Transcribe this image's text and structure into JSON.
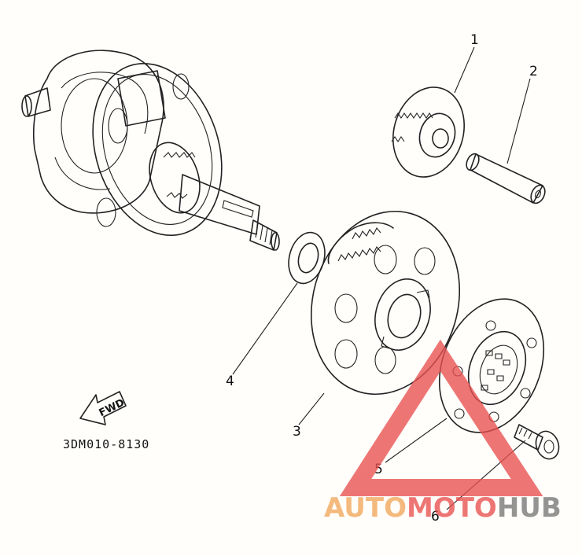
{
  "callouts": [
    {
      "id": "part-1",
      "label": "1"
    },
    {
      "id": "part-2",
      "label": "2"
    },
    {
      "id": "part-3",
      "label": "3"
    },
    {
      "id": "part-4",
      "label": "4"
    },
    {
      "id": "part-5",
      "label": "5"
    },
    {
      "id": "part-6",
      "label": "6"
    }
  ],
  "direction_arrow": {
    "label": "FWD"
  },
  "diagram_code": "3DM010-8130",
  "watermark": {
    "part1": "AUTO",
    "part2": "MOTO",
    "part3": "HUB",
    "color_orange": "#f2a65a",
    "color_red": "#e8504f",
    "color_grey": "#777777"
  }
}
